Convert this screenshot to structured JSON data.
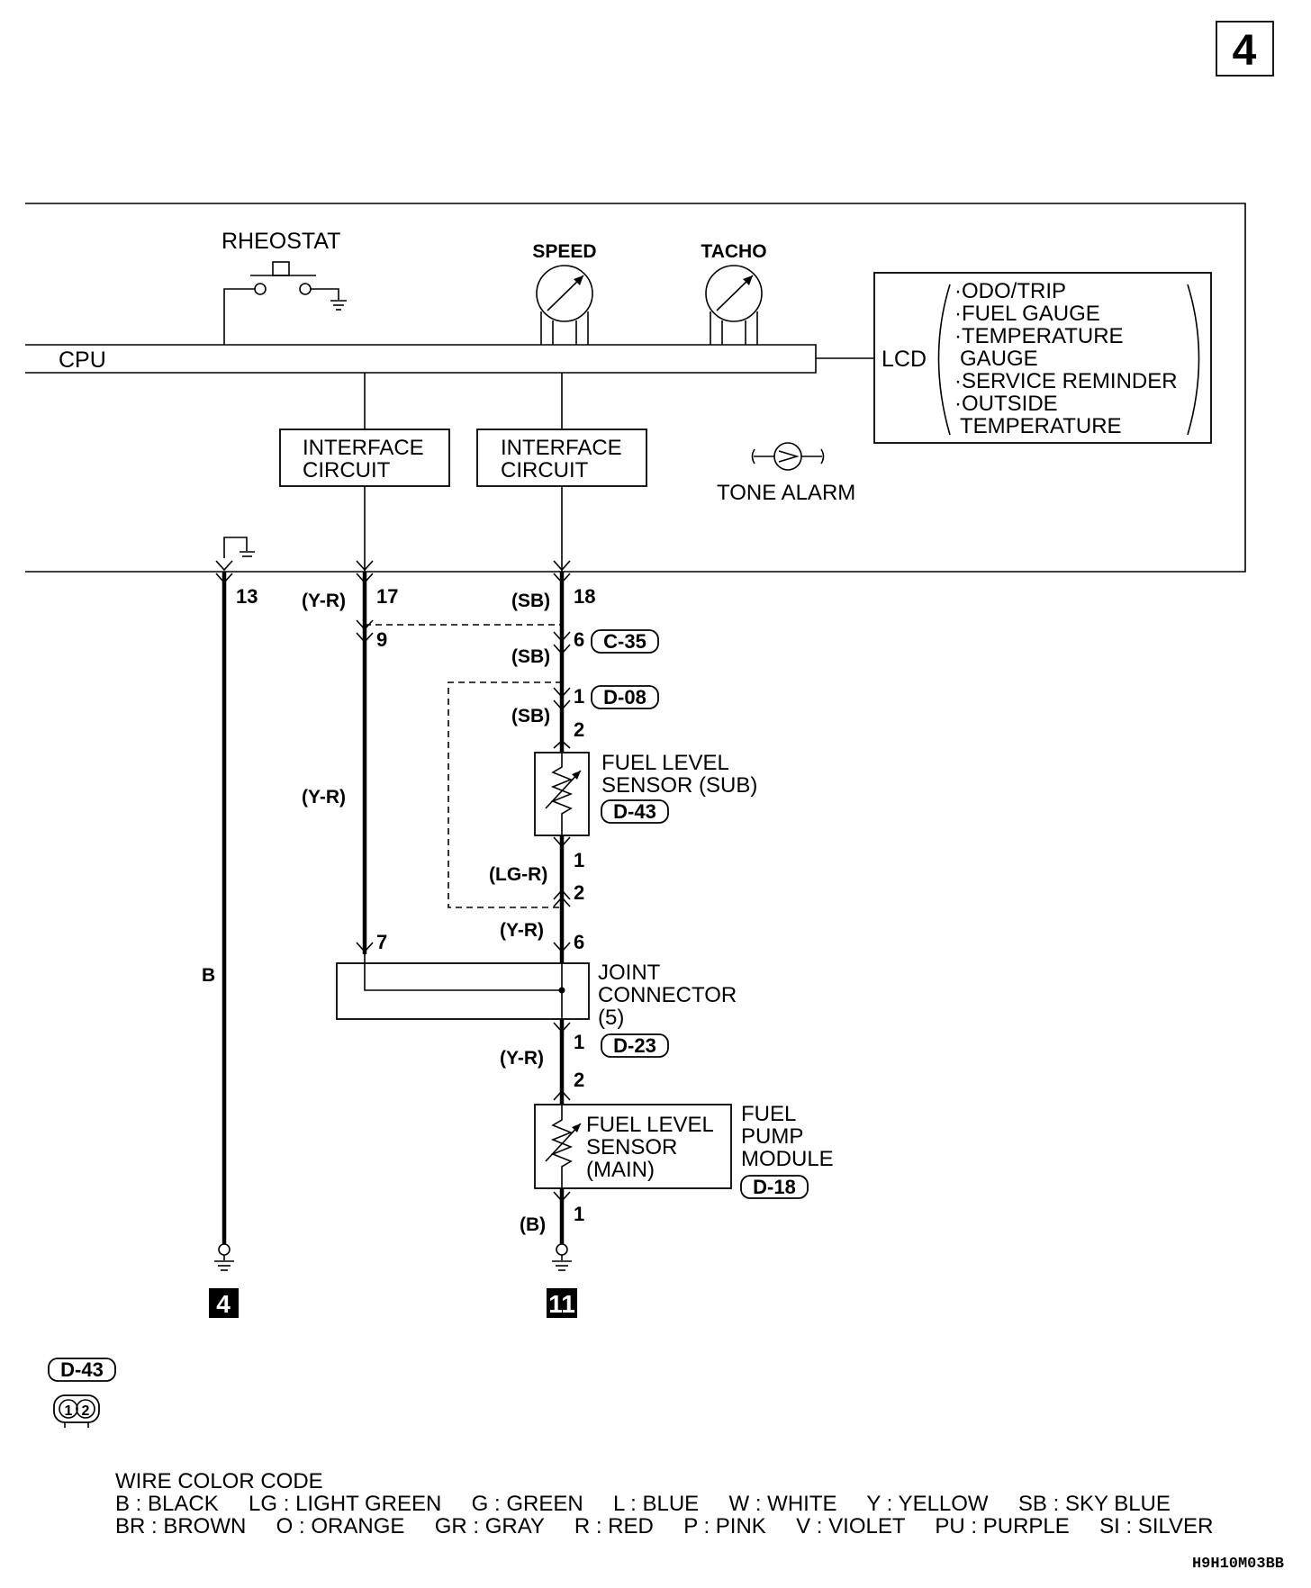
{
  "page_number": "4",
  "components": {
    "rheostat": "RHEOSTAT",
    "speed": "SPEED",
    "tacho": "TACHO",
    "cpu": "CPU",
    "lcd": "LCD",
    "lcd_items": [
      "·ODO/TRIP",
      "·FUEL GAUGE",
      "·TEMPERATURE",
      "GAUGE",
      "·SERVICE REMINDER",
      "·OUTSIDE",
      "TEMPERATURE"
    ],
    "interface_1": [
      "INTERFACE",
      "CIRCUIT"
    ],
    "interface_2": [
      "INTERFACE",
      "CIRCUIT"
    ],
    "tone_alarm": "TONE ALARM",
    "fuel_sensor_sub": [
      "FUEL LEVEL",
      "SENSOR (SUB)"
    ],
    "joint_connector": [
      "JOINT",
      "CONNECTOR",
      "(5)"
    ],
    "fuel_sensor_main": [
      "FUEL LEVEL",
      "SENSOR",
      "(MAIN)"
    ],
    "fuel_pump_module": [
      "FUEL",
      "PUMP",
      "MODULE"
    ]
  },
  "connectors": {
    "c35": "C-35",
    "d08": "D-08",
    "d43": "D-43",
    "d23": "D-23",
    "d18": "D-18",
    "legend_conn": "D-43",
    "legend_pins": [
      "1",
      "2"
    ]
  },
  "wire_colors": {
    "b": "B",
    "yr_top": "(Y-R)",
    "sb_top": "(SB)",
    "sb_mid": "(SB)",
    "sb_low": "(SB)",
    "yr_mid": "(Y-R)",
    "lgr": "(LG-R)",
    "yr_joint_in": "(Y-R)",
    "yr_joint_out": "(Y-R)",
    "b_bottom": "(B)"
  },
  "pins": {
    "p13": "13",
    "p17": "17",
    "p18": "18",
    "p9": "9",
    "p6a": "6",
    "p1a": "1",
    "p2a": "2",
    "p1b": "1",
    "p2b": "2",
    "p7": "7",
    "p6b": "6",
    "p1c": "1",
    "p2c": "2",
    "p1d": "1"
  },
  "grounds": [
    "4",
    "11"
  ],
  "legend": {
    "title": "WIRE COLOR CODE",
    "row1": "B : BLACK     LG : LIGHT GREEN     G : GREEN     L : BLUE     W : WHITE     Y : YELLOW     SB : SKY BLUE",
    "row2": "BR : BROWN     O : ORANGE     GR : GRAY     R : RED     P : PINK     V : VIOLET     PU : PURPLE     SI : SILVER"
  },
  "figure_code": "H9H10M03BB"
}
